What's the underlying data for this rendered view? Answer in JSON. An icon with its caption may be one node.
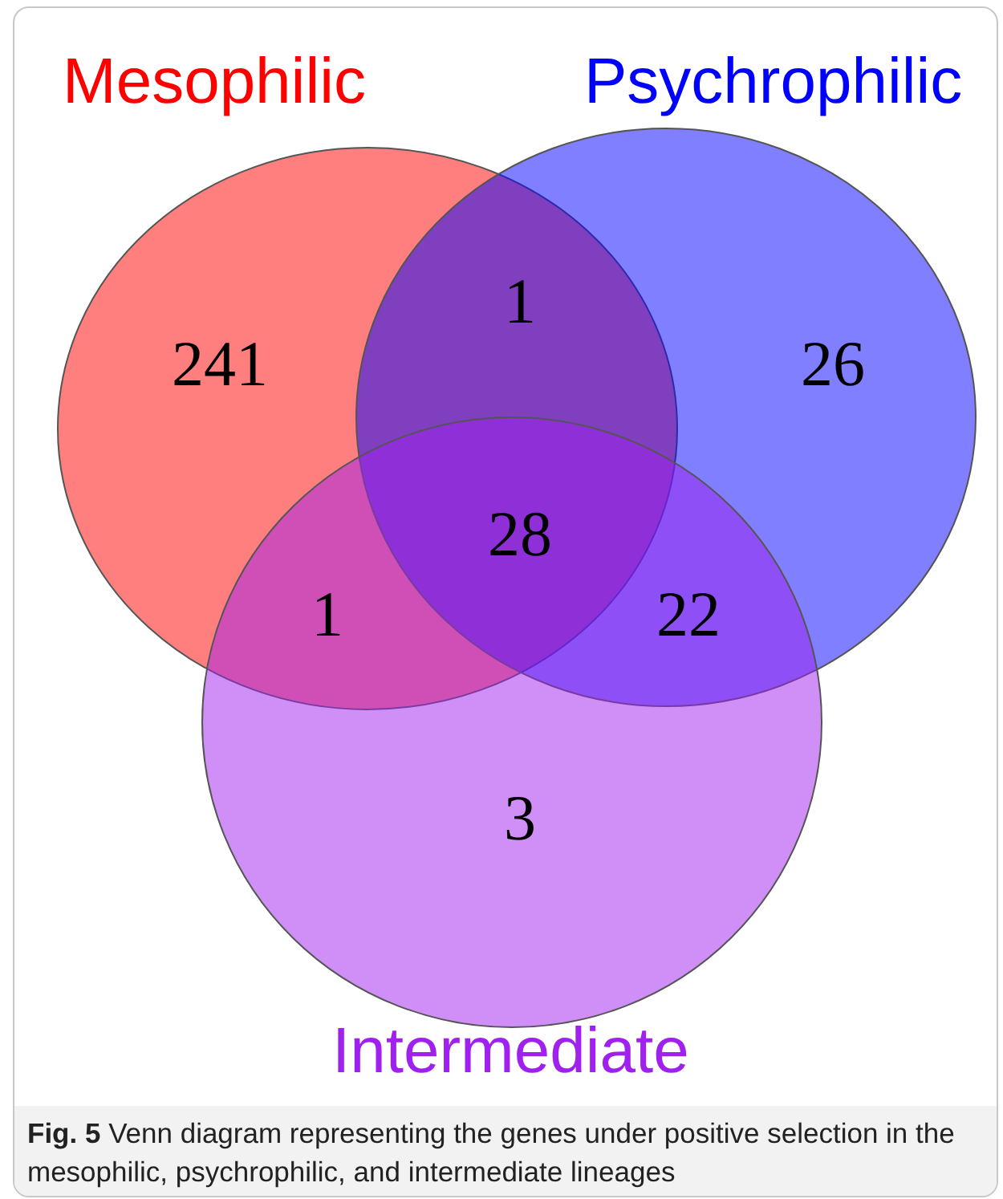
{
  "diagram": {
    "caption": "**Fig. 5** Venn diagram representing the genes under positive selection in the mesophilic, psychrophilic, and intermediate lineages",
    "nodes": [
      {
        "text": [
          "Mesophilic"
        ]
      },
      {
        "text": [
          "Psychrophilic"
        ]
      },
      {
        "text": [
          "Intermediate"
        ]
      }
    ],
    "labels": [
      "1",
      "241",
      "26",
      "28",
      "1",
      "22",
      "3"
    ]
  }
}
